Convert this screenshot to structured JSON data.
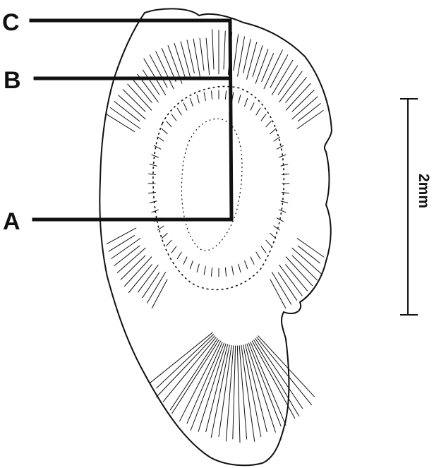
{
  "figure": {
    "ink_color": "#111111",
    "background": "#ffffff",
    "labels": [
      {
        "id": "C",
        "text": "C"
      },
      {
        "id": "B",
        "text": "B"
      },
      {
        "id": "A",
        "text": "A"
      }
    ],
    "scale_bar": {
      "text": "2mm"
    }
  }
}
